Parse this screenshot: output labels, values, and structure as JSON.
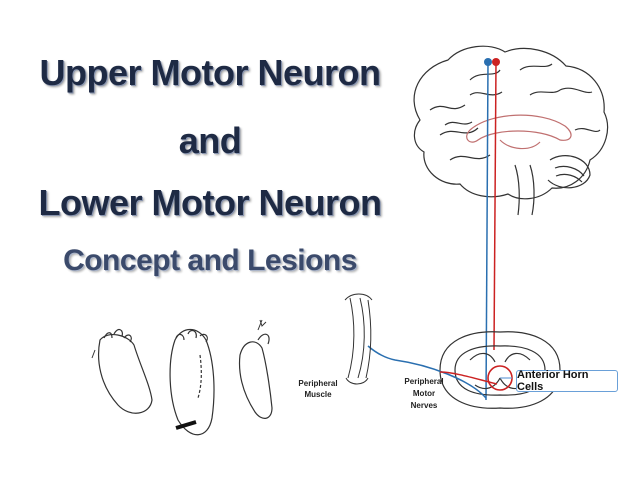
{
  "title": {
    "line1": "Upper Motor Neuron",
    "line2": "and",
    "line3": "Lower Motor Neuron",
    "subtitle": "Concept and Lesions"
  },
  "labels": {
    "peripheral_muscle_1": "Peripheral",
    "peripheral_muscle_2": "Muscle",
    "peripheral_nerves_1": "Peripheral",
    "peripheral_nerves_2": "Motor",
    "peripheral_nerves_3": "Nerves",
    "anterior_horn": "Anterior Horn Cells"
  },
  "colors": {
    "title": "#1e2a44",
    "blue_tract": "#2a6fb0",
    "red_tract": "#cc2222",
    "outline": "#333333"
  }
}
